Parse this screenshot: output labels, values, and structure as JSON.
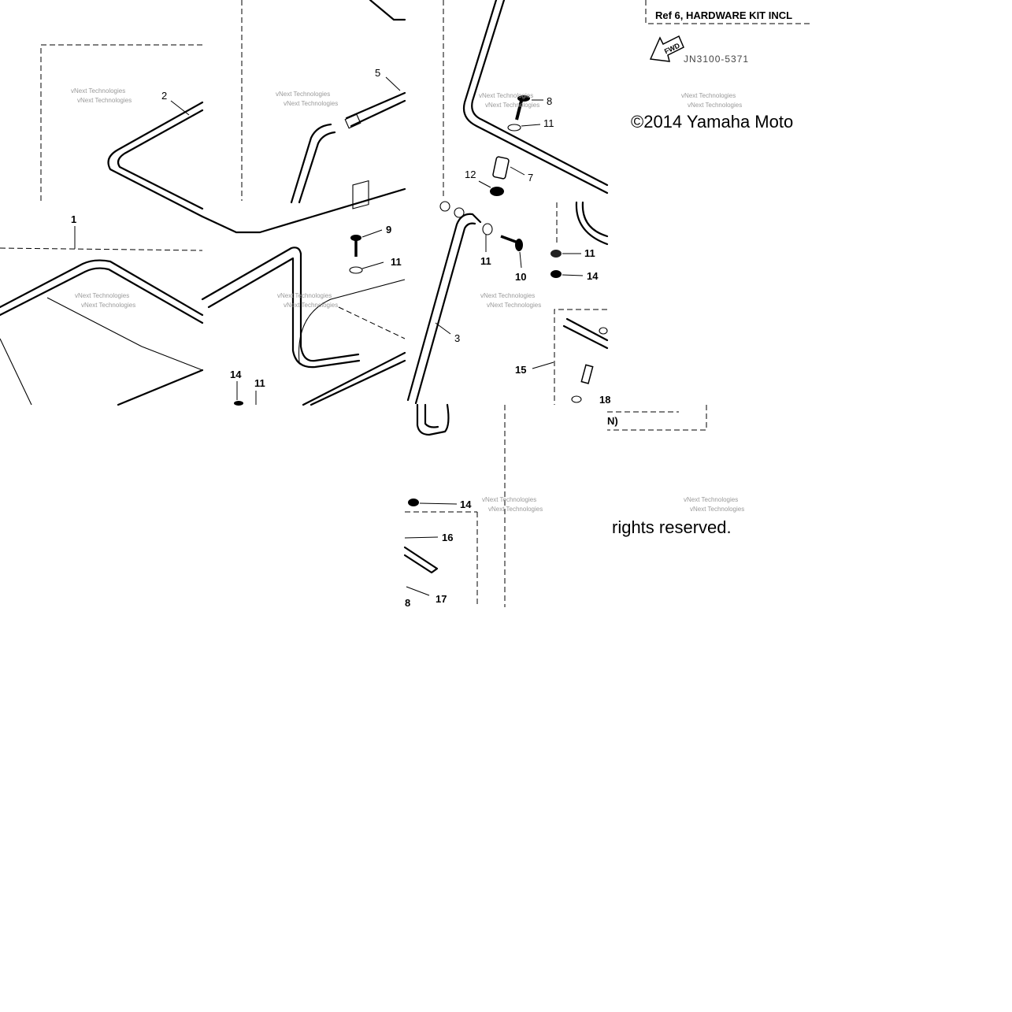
{
  "header": {
    "hardware_note": "Ref 6, HARDWARE KIT INCL",
    "fwd_label": "FWD",
    "diagram_code": "JN3100-5371"
  },
  "copyright": {
    "line1": "©2014 Yamaha Moto",
    "line2": "rights reserved."
  },
  "watermark": {
    "line1": "vNext Technologies",
    "line2": "vNext Technologies"
  },
  "callouts": {
    "c1": "1",
    "c2": "2",
    "c3": "3",
    "c5": "5",
    "c7": "7",
    "c8": "8",
    "c9": "9",
    "c10": "10",
    "c11a": "11",
    "c11b": "11",
    "c11c": "11",
    "c11d": "11",
    "c11e": "11",
    "c12": "12",
    "c14a": "14",
    "c14b": "14",
    "c14c": "14",
    "c15": "15",
    "c16": "16",
    "c17": "17",
    "c18a": "18",
    "c18b": "8",
    "cN": "N)"
  }
}
